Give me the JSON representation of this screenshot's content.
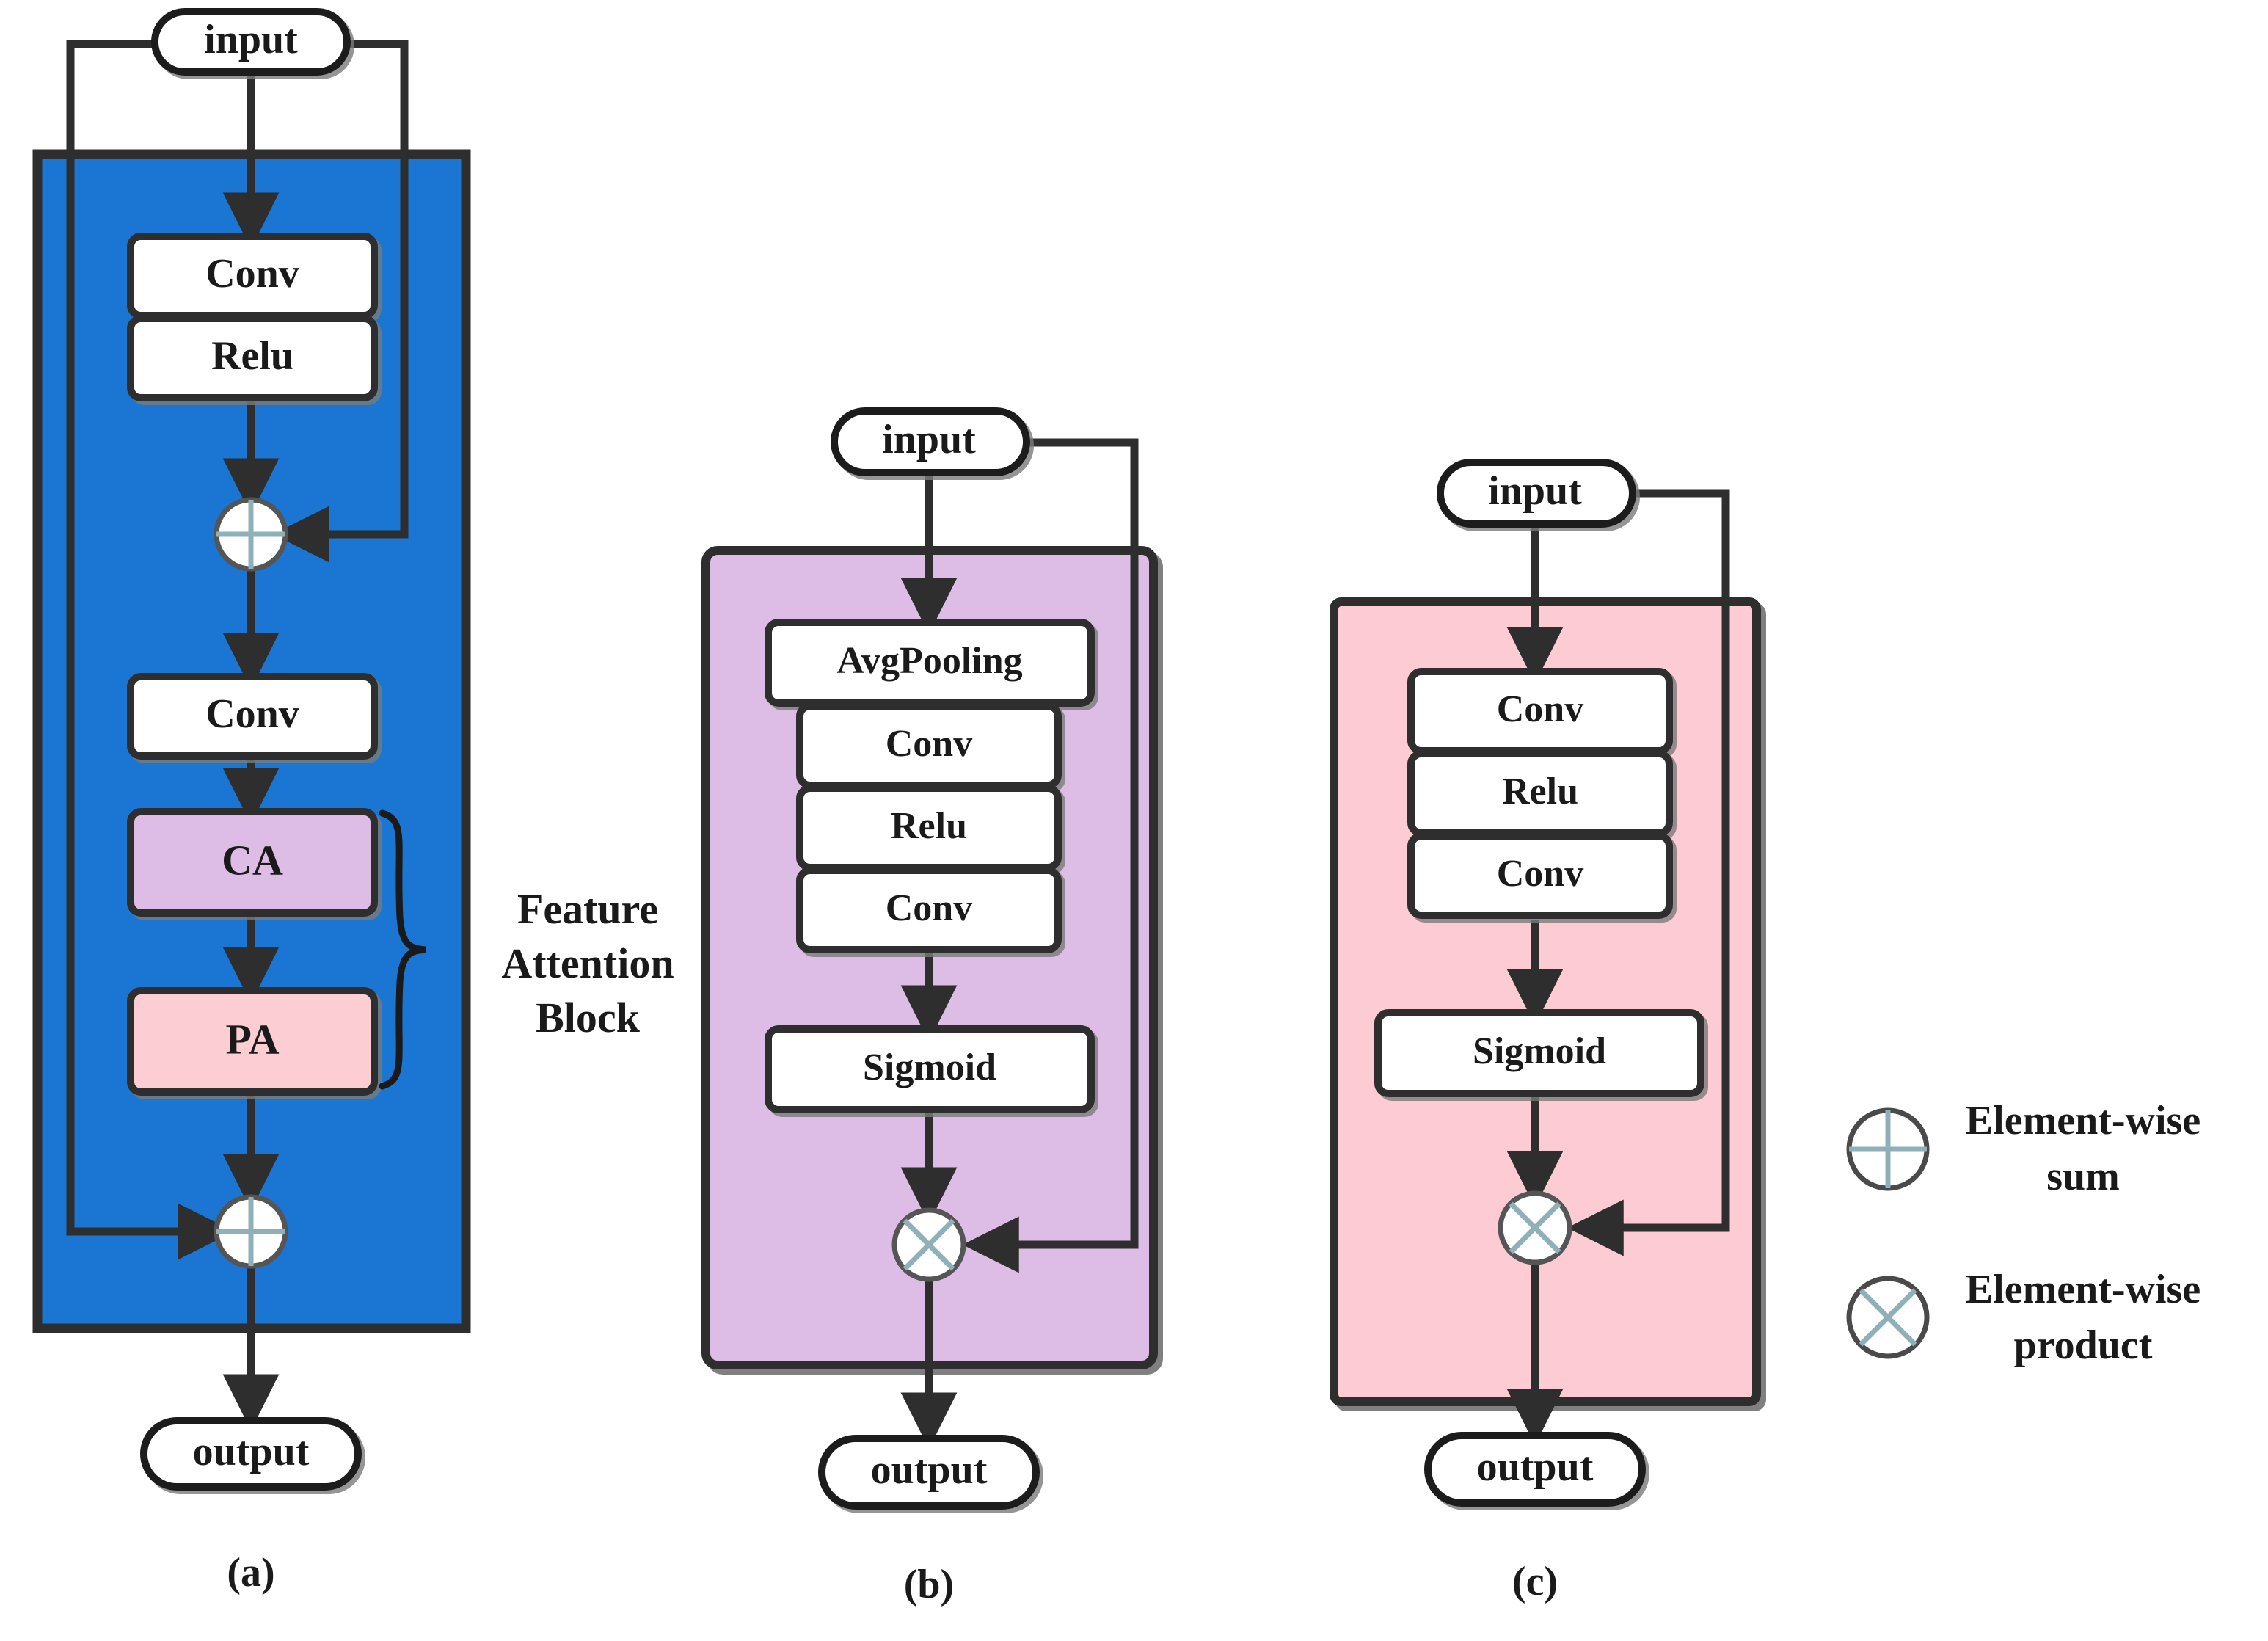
{
  "figure": {
    "title": "Feature attention network block diagrams",
    "panels": [
      {
        "id": "a",
        "caption": "(a)",
        "container_color": "#1a76d2",
        "input_label": "input",
        "output_label": "output",
        "nodes": [
          {
            "label": "Conv",
            "fill": "#ffffff"
          },
          {
            "label": "Relu",
            "fill": "#ffffff"
          },
          {
            "label": "Conv",
            "fill": "#ffffff"
          },
          {
            "label": "CA",
            "fill": "#ddbce5"
          },
          {
            "label": "PA",
            "fill": "#fdcdd4"
          }
        ],
        "operators": [
          "element-wise-sum",
          "element-wise-sum"
        ],
        "annotation": "Feature Attention Block"
      },
      {
        "id": "b",
        "caption": "(b)",
        "container_color": "#ddbce5",
        "input_label": "input",
        "output_label": "output",
        "nodes": [
          {
            "label": "AvgPooling",
            "fill": "#ffffff"
          },
          {
            "label": "Conv",
            "fill": "#ffffff"
          },
          {
            "label": "Relu",
            "fill": "#ffffff"
          },
          {
            "label": "Conv",
            "fill": "#ffffff"
          },
          {
            "label": "Sigmoid",
            "fill": "#ffffff"
          }
        ],
        "operators": [
          "element-wise-product"
        ]
      },
      {
        "id": "c",
        "caption": "(c)",
        "container_color": "#fdcbd3",
        "input_label": "input",
        "output_label": "output",
        "nodes": [
          {
            "label": "Conv",
            "fill": "#ffffff"
          },
          {
            "label": "Relu",
            "fill": "#ffffff"
          },
          {
            "label": "Conv",
            "fill": "#ffffff"
          },
          {
            "label": "Sigmoid",
            "fill": "#ffffff"
          }
        ],
        "operators": [
          "element-wise-product"
        ]
      }
    ]
  },
  "legend": {
    "items": [
      {
        "icon": "element-wise-sum-icon",
        "line1": "Element-wise",
        "line2": "sum"
      },
      {
        "icon": "element-wise-product-icon",
        "line1": "Element-wise",
        "line2": "product"
      }
    ]
  },
  "labels": {
    "a_input": "input",
    "a_output": "output",
    "a_conv1": "Conv",
    "a_relu1": "Relu",
    "a_conv2": "Conv",
    "a_ca": "CA",
    "a_pa": "PA",
    "a_caption": "(a)",
    "a_annotation_l1": "Feature",
    "a_annotation_l2": "Attention",
    "a_annotation_l3": "Block",
    "b_input": "input",
    "b_output": "output",
    "b_avgpool": "AvgPooling",
    "b_conv1": "Conv",
    "b_relu": "Relu",
    "b_conv2": "Conv",
    "b_sigmoid": "Sigmoid",
    "b_caption": "(b)",
    "c_input": "input",
    "c_output": "output",
    "c_conv1": "Conv",
    "c_relu": "Relu",
    "c_conv2": "Conv",
    "c_sigmoid": "Sigmoid",
    "c_caption": "(c)",
    "legend_sum_l1": "Element-wise",
    "legend_sum_l2": "sum",
    "legend_prod_l1": "Element-wise",
    "legend_prod_l2": "product"
  },
  "colors": {
    "blue_panel": "#1a76d2",
    "purple_panel": "#ddbce5",
    "pink_panel": "#fdcbd3",
    "ca_fill": "#ddbce5",
    "pa_fill": "#fdcdd4",
    "stroke": "#2e2e2e",
    "node_fill": "#ffffff",
    "op_cross": "#8fb0b8"
  }
}
